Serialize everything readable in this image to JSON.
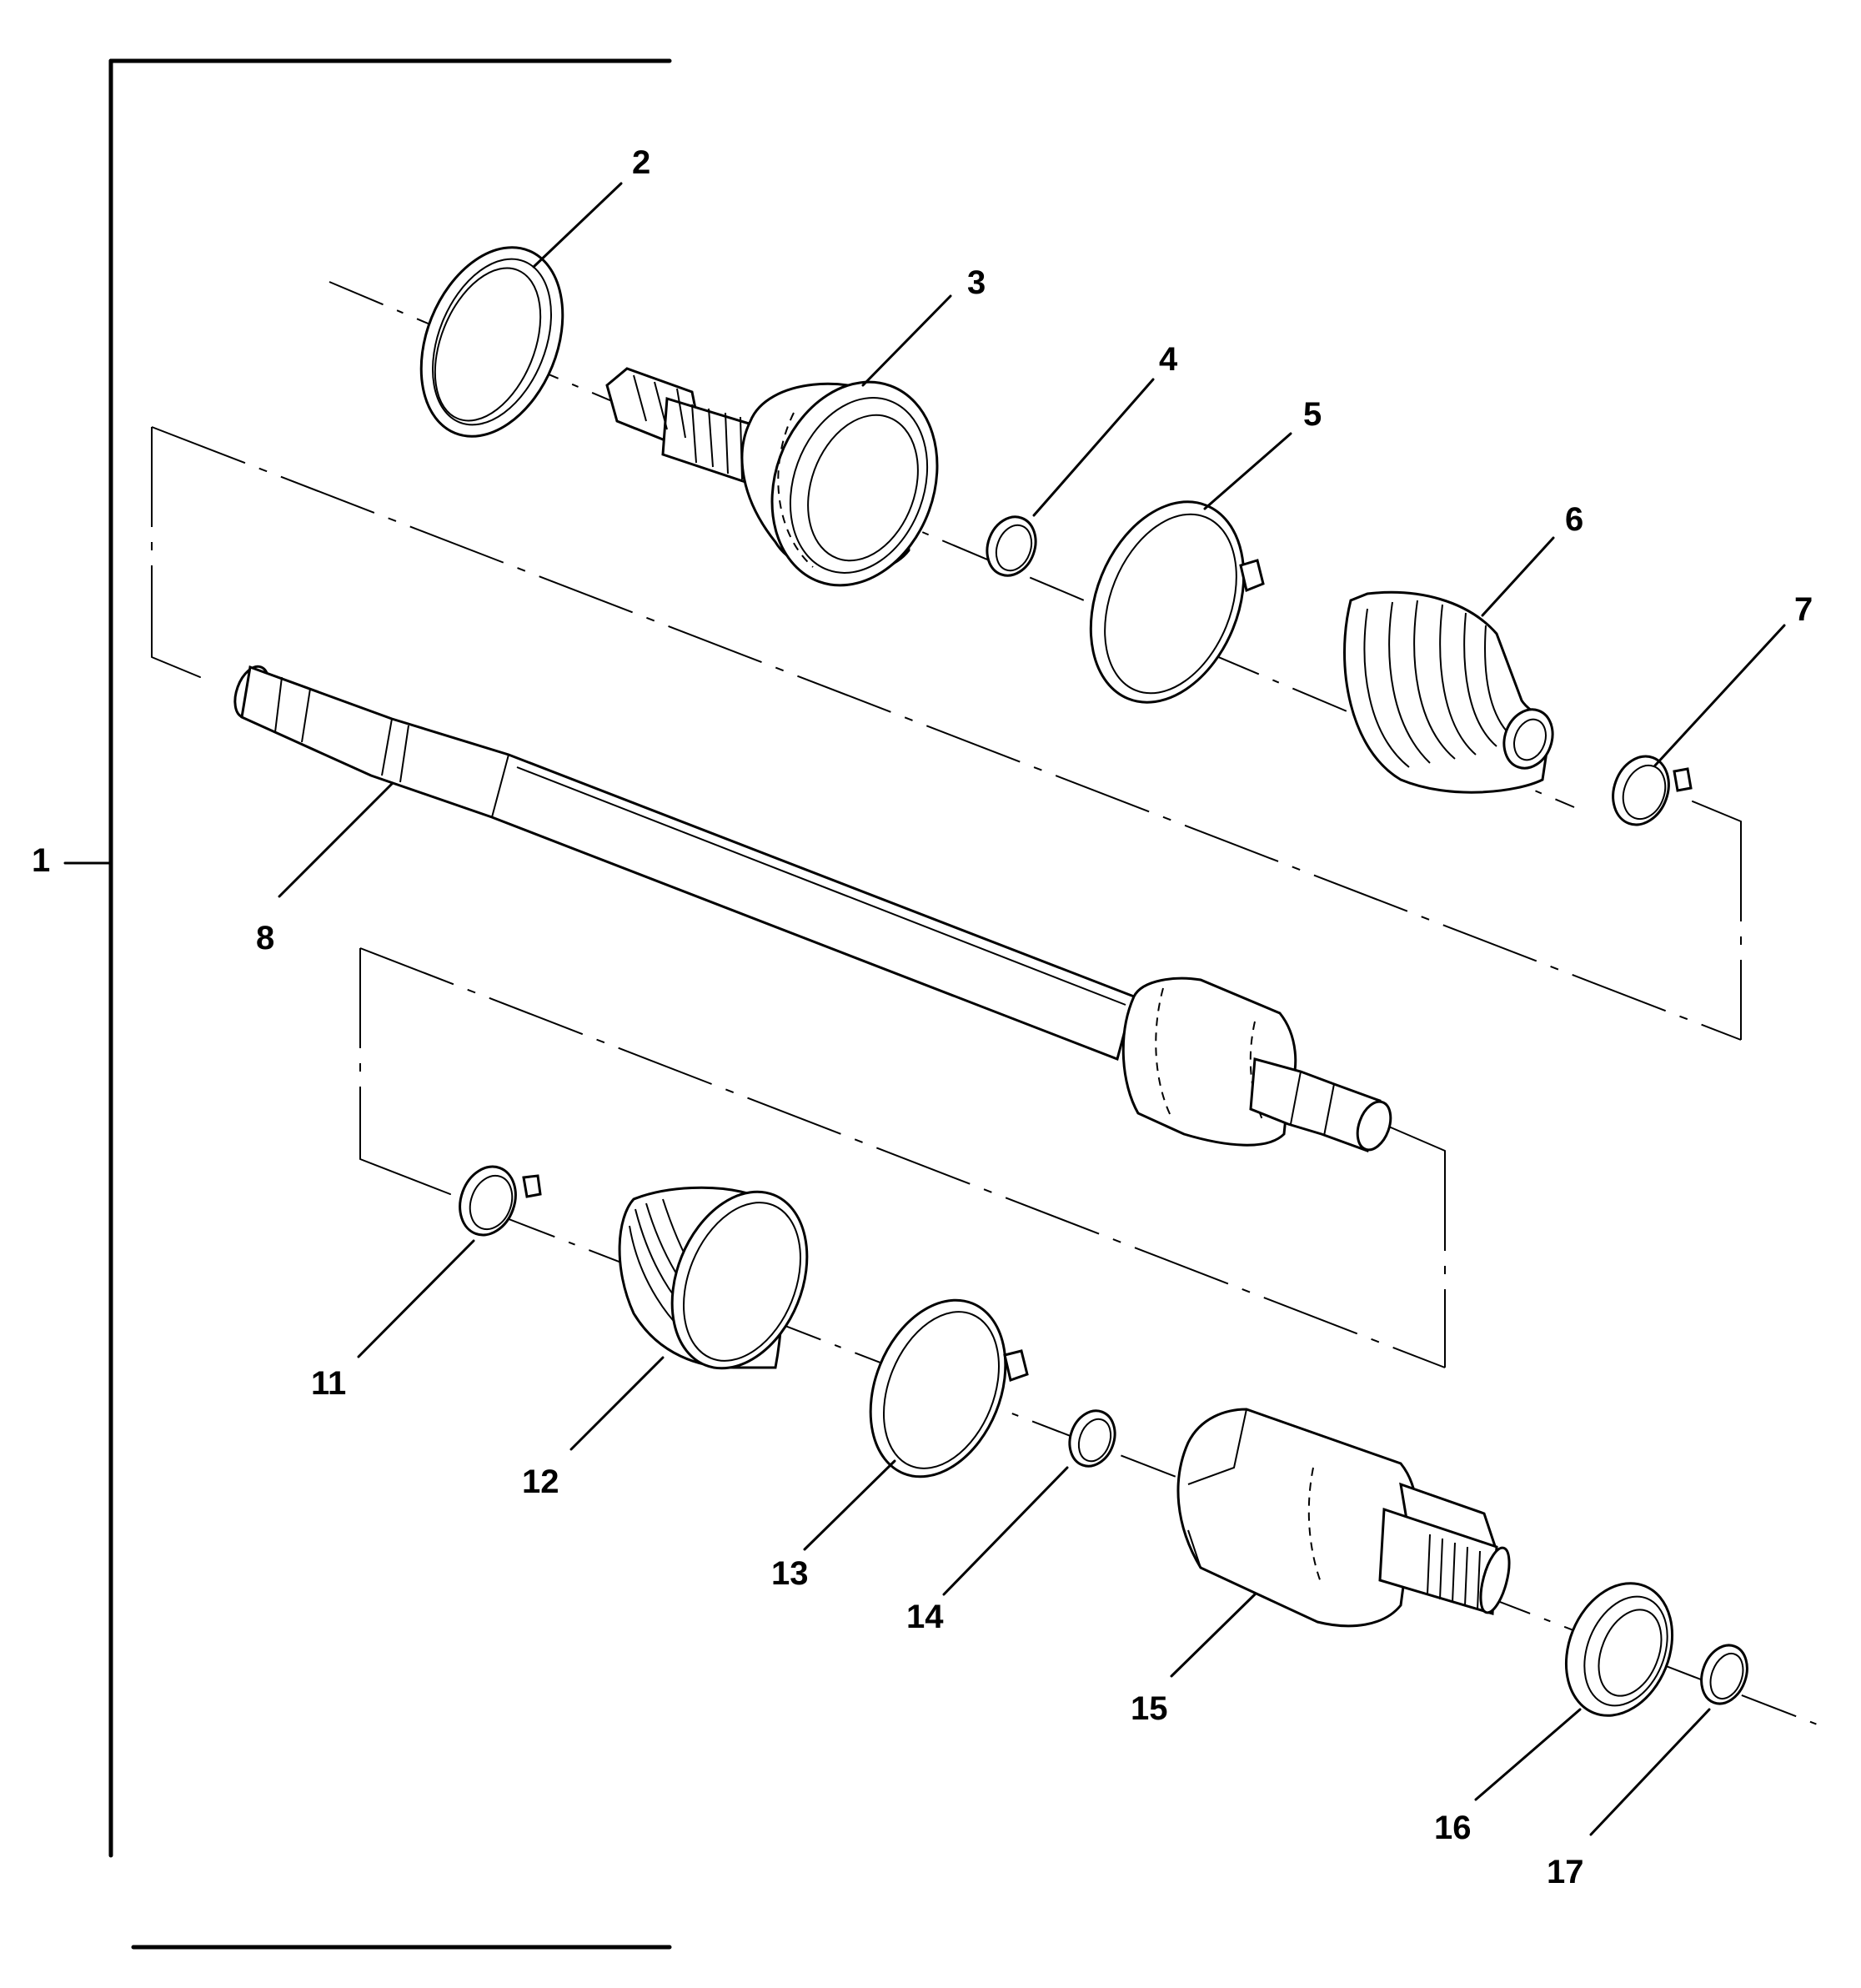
{
  "callouts": [
    {
      "id": "1",
      "text": "1"
    },
    {
      "id": "2",
      "text": "2"
    },
    {
      "id": "3",
      "text": "3"
    },
    {
      "id": "4",
      "text": "4"
    },
    {
      "id": "5",
      "text": "5"
    },
    {
      "id": "6",
      "text": "6"
    },
    {
      "id": "7",
      "text": "7"
    },
    {
      "id": "8",
      "text": "8"
    },
    {
      "id": "11",
      "text": "11"
    },
    {
      "id": "12",
      "text": "12"
    },
    {
      "id": "13",
      "text": "13"
    },
    {
      "id": "14",
      "text": "14"
    },
    {
      "id": "15",
      "text": "15"
    },
    {
      "id": "16",
      "text": "16"
    },
    {
      "id": "17",
      "text": "17"
    }
  ],
  "parts": [
    {
      "callout": "1",
      "icon": "assembly-bracket"
    },
    {
      "callout": "2",
      "icon": "seal-ring"
    },
    {
      "callout": "3",
      "icon": "outer-cv-joint"
    },
    {
      "callout": "4",
      "icon": "retaining-ring"
    },
    {
      "callout": "5",
      "icon": "boot-clamp-large"
    },
    {
      "callout": "6",
      "icon": "cv-boot"
    },
    {
      "callout": "7",
      "icon": "boot-clamp-small"
    },
    {
      "callout": "8",
      "icon": "axle-shaft"
    },
    {
      "callout": "11",
      "icon": "boot-clamp-small"
    },
    {
      "callout": "12",
      "icon": "cv-boot"
    },
    {
      "callout": "13",
      "icon": "boot-clamp-large"
    },
    {
      "callout": "14",
      "icon": "retaining-ring"
    },
    {
      "callout": "15",
      "icon": "inner-cv-joint-housing"
    },
    {
      "callout": "16",
      "icon": "seal"
    },
    {
      "callout": "17",
      "icon": "retaining-ring"
    }
  ]
}
